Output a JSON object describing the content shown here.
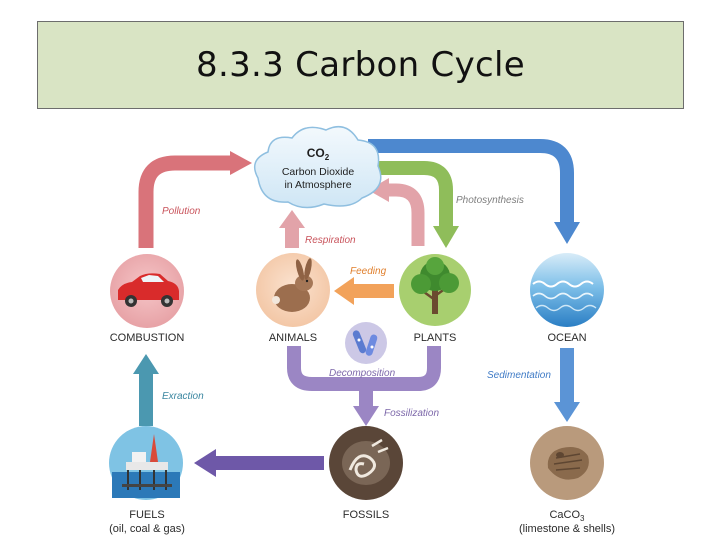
{
  "slide": {
    "title": "8.3.3 Carbon Cycle"
  },
  "atmosphere": {
    "formula": "CO",
    "subscript": "2",
    "line1": "Carbon Dioxide",
    "line2": "in Atmosphere"
  },
  "nodes": {
    "combustion": "COMBUSTION",
    "animals": "ANIMALS",
    "plants": "PLANTS",
    "ocean": "OCEAN",
    "fuels": "FUELS",
    "fuels_sub": "(oil, coal & gas)",
    "fossils": "FOSSILS",
    "caco3": "CaCO",
    "caco3_sub": "3",
    "caco3_desc": "(limestone & shells)"
  },
  "processes": {
    "pollution": "Pollution",
    "photosynthesis": "Photosynthesis",
    "respiration": "Respiration",
    "feeding": "Feeding",
    "decomposition": "Decomposition",
    "sedimentation": "Sedimentation",
    "fossilization": "Fossilization",
    "extraction": "Exraction"
  },
  "colors": {
    "pollution": "#d9737a",
    "photosynthesis": "#8fbd5a",
    "respiration": "#e2a3a9",
    "feeding": "#f2a25a",
    "decomposition": "#9b86c4",
    "sedimentation": "#5b94d6",
    "extraction": "#4b98b0",
    "fuels_arrow": "#6e58a8",
    "ocean_arrow": "#4d88cf"
  }
}
